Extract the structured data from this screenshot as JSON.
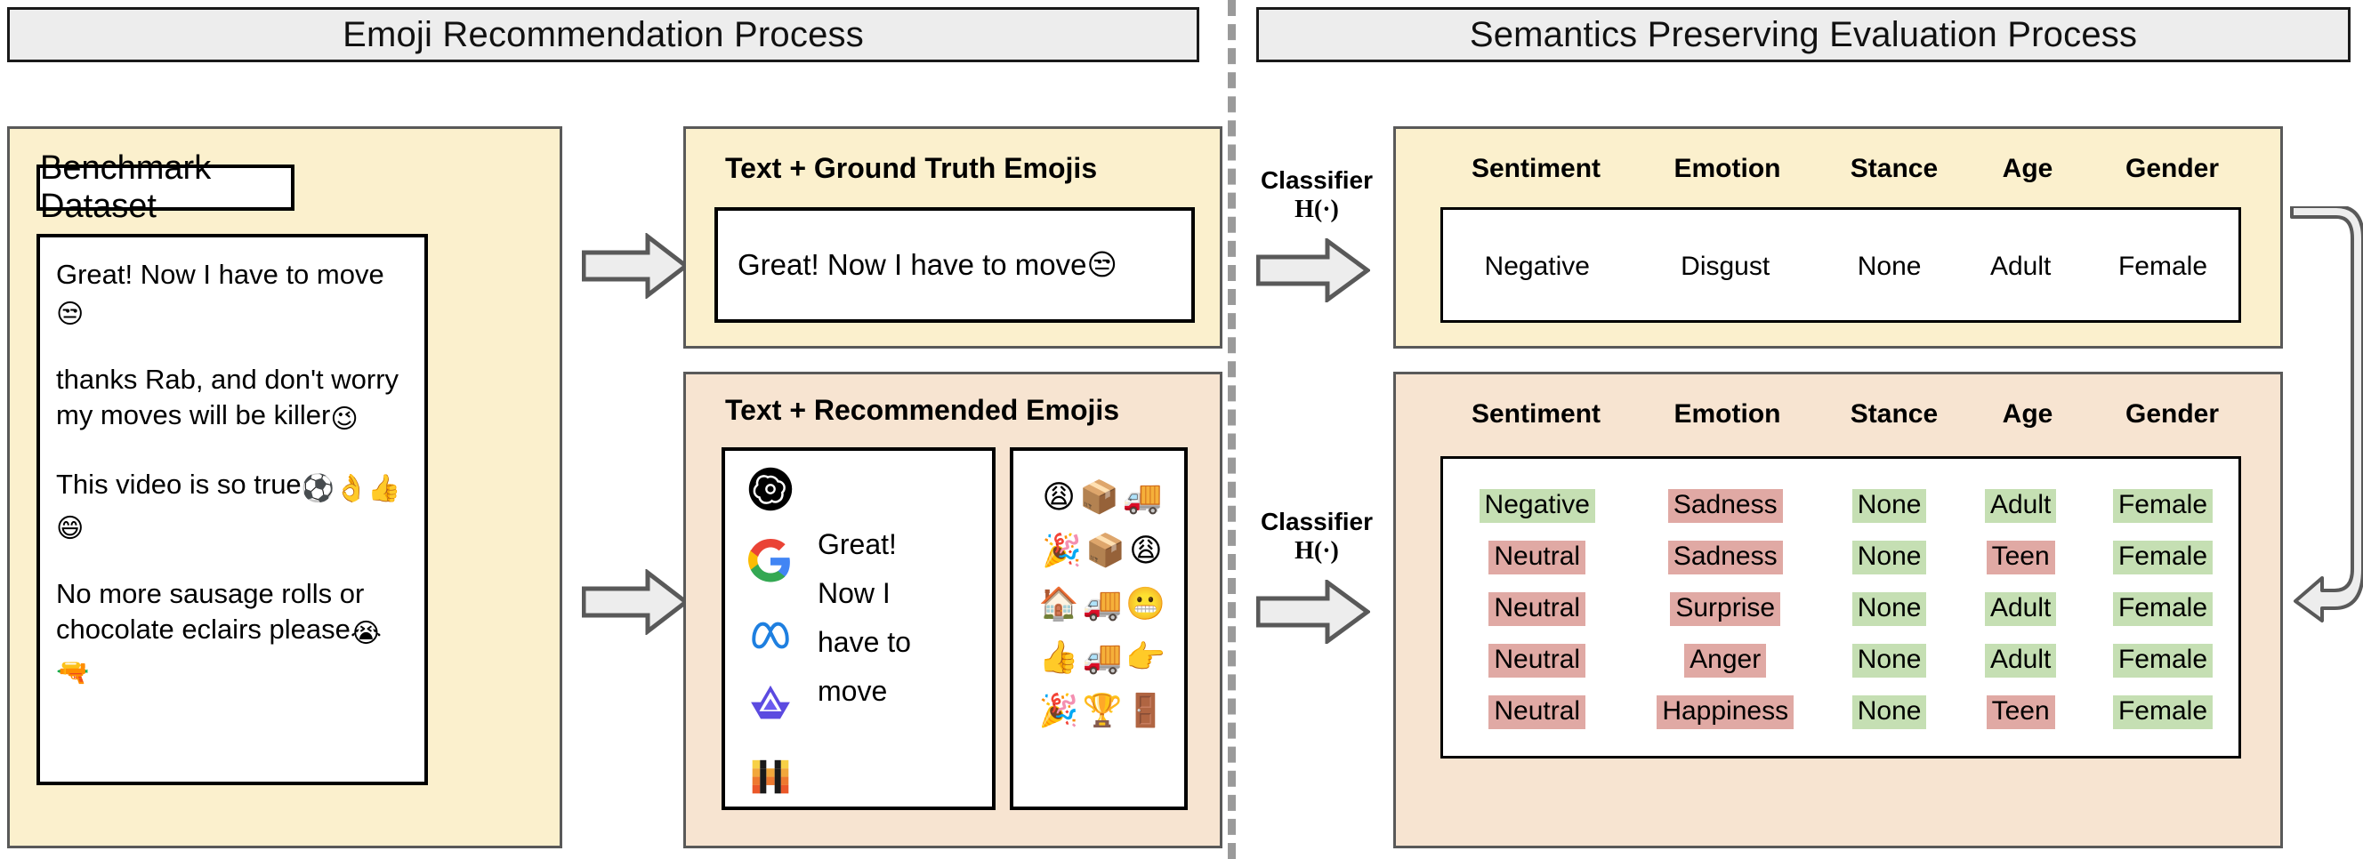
{
  "headers": {
    "left": "Emoji Recommendation Process",
    "right": "Semantics Preserving Evaluation Process"
  },
  "benchmark": {
    "title": "Benchmark Dataset",
    "posts": [
      {
        "text": "Great! Now I have to move",
        "emojis": "😒"
      },
      {
        "text": "thanks Rab, and don't worry my moves will be killer",
        "emojis": "😉"
      },
      {
        "text": "This video is so true",
        "emojis": "⚽👌👍😄"
      },
      {
        "text": "No more sausage rolls or chocolate eclairs please",
        "emojis": "😭🔫"
      }
    ]
  },
  "ground_truth_panel": {
    "title": "Text + Ground Truth Emojis",
    "text": "Great! Now I have to move",
    "emoji": "😒"
  },
  "recommended_panel": {
    "title": "Text + Recommended Emojis",
    "text_lines": [
      "Great!",
      "Now I",
      "have to",
      "move"
    ],
    "models": [
      "openai-logo-icon",
      "google-logo-icon",
      "meta-logo-icon",
      "qwen-logo-icon",
      "mistral-logo-icon"
    ],
    "emoji_rows": [
      [
        "😩",
        "📦",
        "🚚"
      ],
      [
        "🎉",
        "📦",
        "😩"
      ],
      [
        "🏠",
        "🚚",
        "😬"
      ],
      [
        "👍",
        "🚚",
        "👉"
      ],
      [
        "🎉",
        "🏆",
        "🚪"
      ]
    ]
  },
  "classifier": {
    "line1": "Classifier",
    "line2": "H(·)"
  },
  "table_columns": [
    "Sentiment",
    "Emotion",
    "Stance",
    "Age",
    "Gender"
  ],
  "ground_truth_table": {
    "rows": [
      [
        {
          "text": "Negative",
          "hl": "none"
        },
        {
          "text": "Disgust",
          "hl": "none"
        },
        {
          "text": "None",
          "hl": "none"
        },
        {
          "text": "Adult",
          "hl": "none"
        },
        {
          "text": "Female",
          "hl": "none"
        }
      ]
    ]
  },
  "predicted_table": {
    "rows": [
      [
        {
          "text": "Negative",
          "hl": "match"
        },
        {
          "text": "Sadness",
          "hl": "mismatch"
        },
        {
          "text": "None",
          "hl": "match"
        },
        {
          "text": "Adult",
          "hl": "match"
        },
        {
          "text": "Female",
          "hl": "match"
        }
      ],
      [
        {
          "text": "Neutral",
          "hl": "mismatch"
        },
        {
          "text": "Sadness",
          "hl": "mismatch"
        },
        {
          "text": "None",
          "hl": "match"
        },
        {
          "text": "Teen",
          "hl": "mismatch"
        },
        {
          "text": "Female",
          "hl": "match"
        }
      ],
      [
        {
          "text": "Neutral",
          "hl": "mismatch"
        },
        {
          "text": "Surprise",
          "hl": "mismatch"
        },
        {
          "text": "None",
          "hl": "match"
        },
        {
          "text": "Adult",
          "hl": "match"
        },
        {
          "text": "Female",
          "hl": "match"
        }
      ],
      [
        {
          "text": "Neutral",
          "hl": "mismatch"
        },
        {
          "text": "Anger",
          "hl": "mismatch"
        },
        {
          "text": "None",
          "hl": "match"
        },
        {
          "text": "Adult",
          "hl": "match"
        },
        {
          "text": "Female",
          "hl": "match"
        }
      ],
      [
        {
          "text": "Neutral",
          "hl": "mismatch"
        },
        {
          "text": "Happiness",
          "hl": "mismatch"
        },
        {
          "text": "None",
          "hl": "match"
        },
        {
          "text": "Teen",
          "hl": "mismatch"
        },
        {
          "text": "Female",
          "hl": "match"
        }
      ]
    ]
  },
  "colors": {
    "panel_yellow": "#fbf0cd",
    "panel_peach": "#f7e4d1",
    "header_gray": "#ededed",
    "match_green": "#c5dfb3",
    "mismatch_red": "#e0a9a4",
    "arrow_fill": "#ededed",
    "arrow_stroke": "#595959",
    "divider_gray": "#9a9a9a"
  }
}
